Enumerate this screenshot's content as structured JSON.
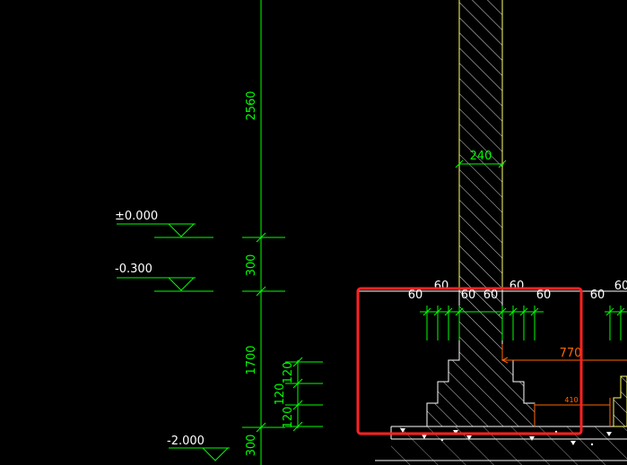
{
  "colors": {
    "background": "#000000",
    "dimension": "#00ff00",
    "wall": "#ffff66",
    "hatch": "#d9d9d9",
    "text": "#ffffff",
    "orange_dim": "#ff6600",
    "highlight": "#ff2222"
  },
  "levels": {
    "top": "±0.000",
    "mid": "-0.300",
    "bottom": "-2.000"
  },
  "vertical_dims": {
    "d2560": "2560",
    "d300_upper": "300",
    "d1700": "1700",
    "d300_lower": "300",
    "step_a": "120",
    "step_b": "120",
    "step_c": "120"
  },
  "wall": {
    "width_label": "240"
  },
  "top_dims": {
    "left_outer": "60",
    "left_mid": "60",
    "left_inner": "60",
    "right_inner": "60",
    "right_mid": "60",
    "right_outer": "60",
    "edge_a": "60",
    "edge_b": "60"
  },
  "orange_dims": {
    "long": "770",
    "short": "410"
  }
}
